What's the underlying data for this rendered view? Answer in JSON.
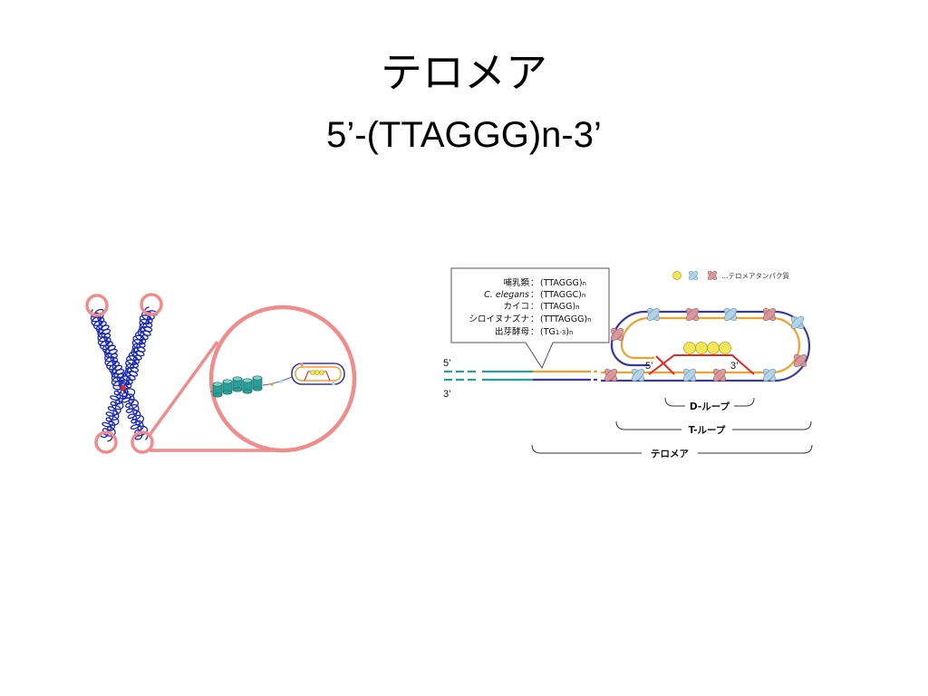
{
  "slide": {
    "title": "テロメア",
    "subtitle": "5’-(TTAGGG)n-3’"
  },
  "species_box": {
    "colon": "：",
    "rows": [
      {
        "name": "哺乳類",
        "seq": "(TTAGGG)",
        "suffix": "n"
      },
      {
        "name": "C. elegans",
        "seq": "(TTAGGC)",
        "suffix": "n"
      },
      {
        "name": "カイコ",
        "seq": "(TTAGG)",
        "suffix": "n"
      },
      {
        "name": "シロイヌナズナ",
        "seq": "(TTTAGGG)",
        "suffix": "n"
      },
      {
        "name": "出芽酵母",
        "seq": "(TG",
        "seq_sub": "1-3",
        "seq_close": ")",
        "suffix": "n"
      }
    ]
  },
  "legend": {
    "label": "…テロメアタンパク質",
    "icons": [
      "yellow-circle-icon",
      "blue-x-protein-icon",
      "pink-x-protein-icon"
    ]
  },
  "strand_labels": {
    "left_5": "5’",
    "left_3": "3’",
    "loop_5": "5’",
    "loop_3": "3’"
  },
  "brackets": {
    "d_loop": "D-ループ",
    "t_loop": "T-ループ",
    "telomere": "テロメア"
  },
  "colors": {
    "chromosome": "#1c2ab4",
    "highlight_circle": "#f08c8c",
    "nucleosome": "#2b9e98",
    "g_rich_strand": "#f2a02c",
    "c_rich_strand": "#3a3a9c",
    "invading_strand": "#e02a2a",
    "protein_yellow": "#f4e65a",
    "protein_blue": "#b3d3e6",
    "protein_pink": "#d8989b"
  }
}
